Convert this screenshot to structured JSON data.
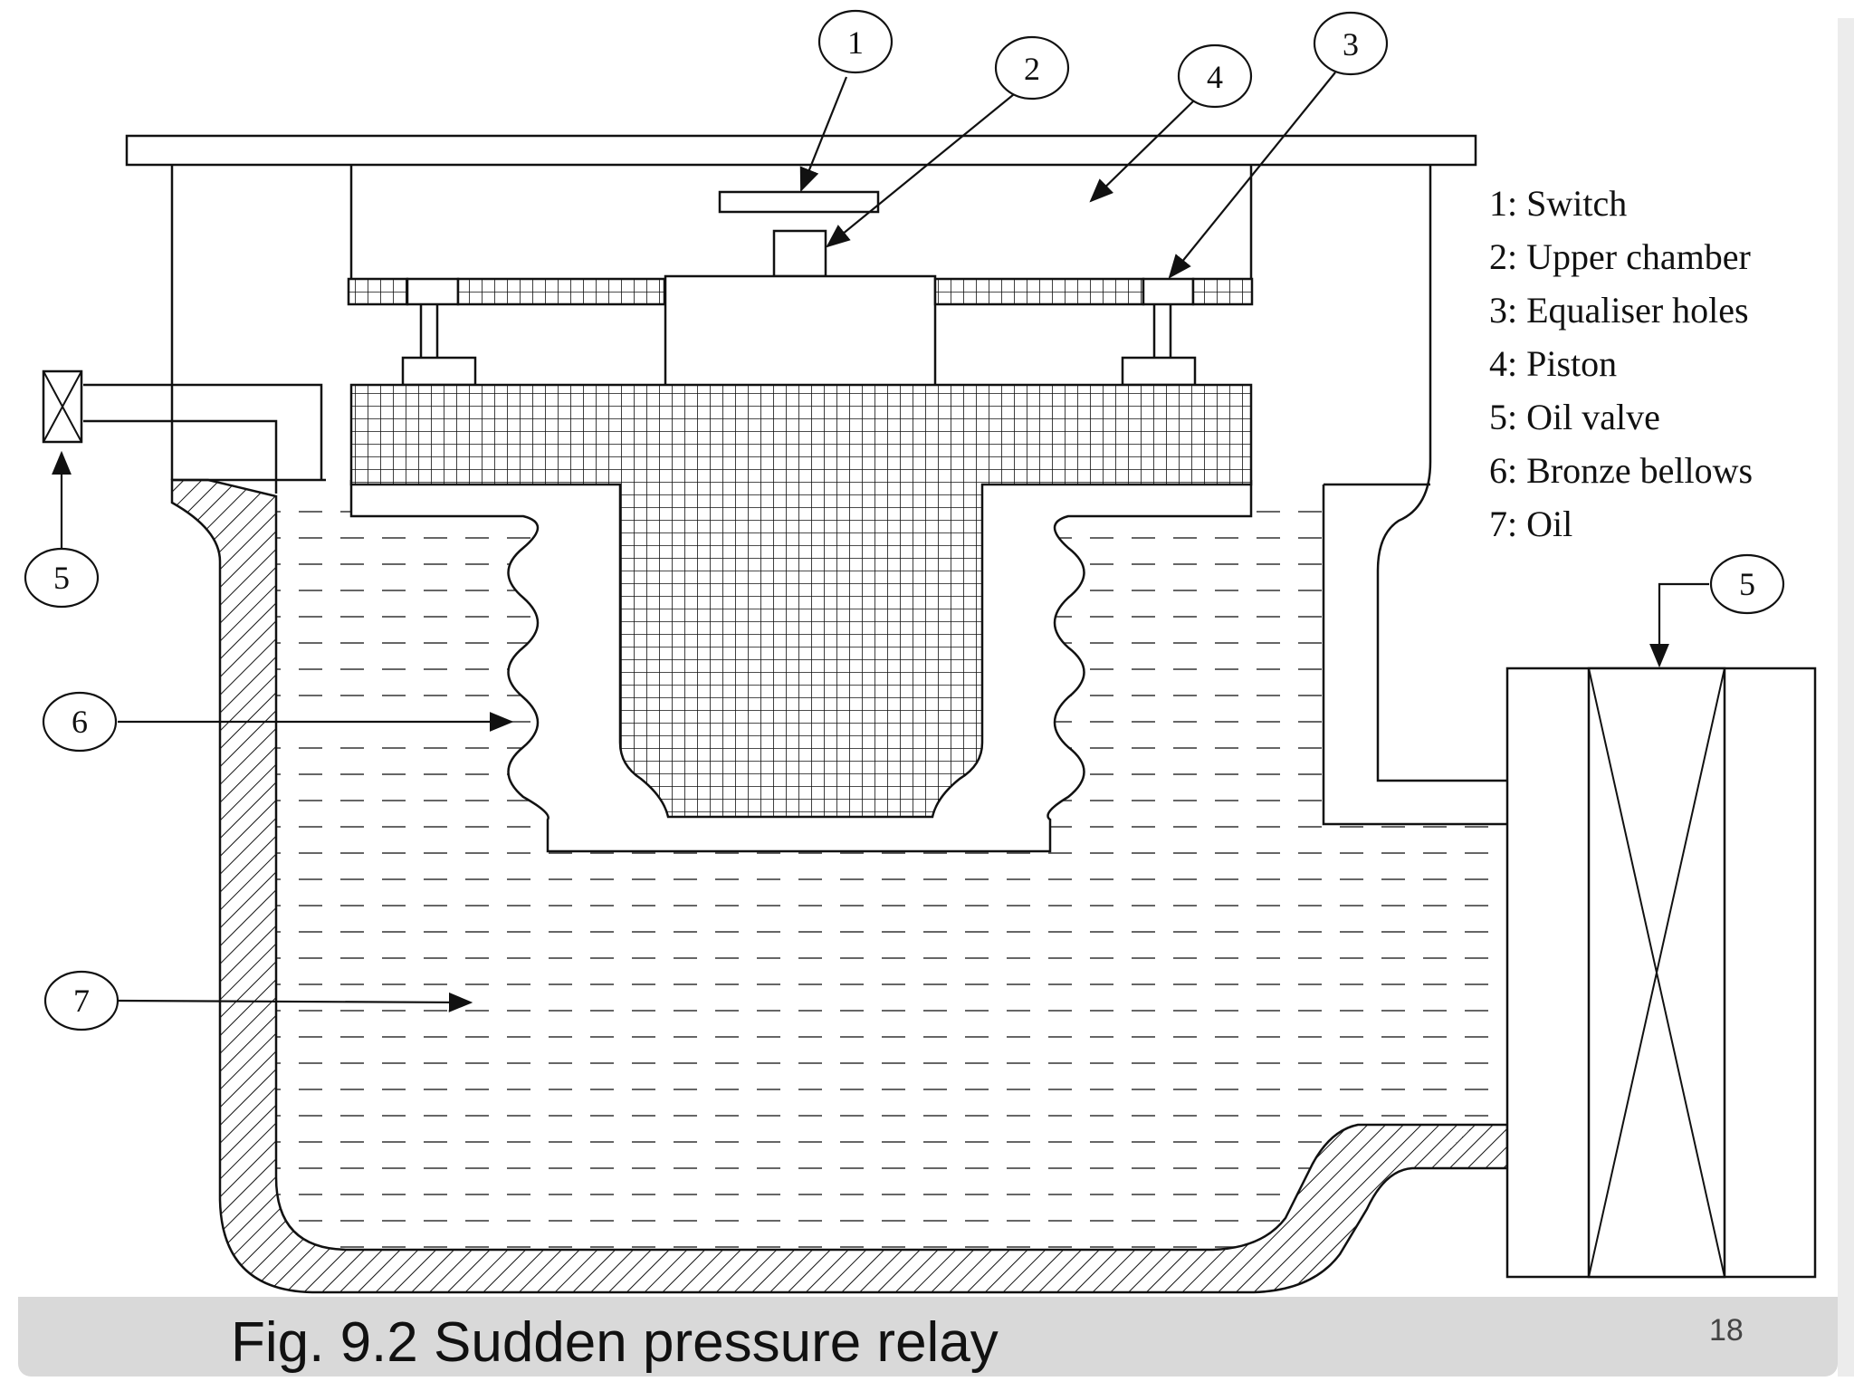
{
  "figure": {
    "caption": "Fig. 9.2 Sudden pressure relay",
    "page_number": "18"
  },
  "legend": [
    "1: Switch",
    "2: Upper chamber",
    "3: Equaliser holes",
    "4: Piston",
    "5: Oil valve",
    "6: Bronze bellows",
    "7: Oil"
  ],
  "callouts": {
    "switch": "1",
    "upper_chamber": "2",
    "equaliser_holes": "3",
    "piston": "4",
    "oil_valve_left": "5",
    "oil_valve_right": "5",
    "bronze_bellows": "6",
    "oil": "7"
  },
  "colors": {
    "line": "#111111",
    "bar": "#d9d9d9"
  }
}
